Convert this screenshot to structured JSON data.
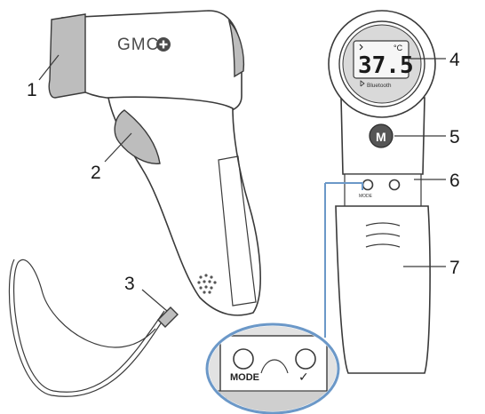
{
  "device": {
    "brand": "GMC",
    "display_reading": "37.5",
    "display_unit": "°C",
    "bluetooth_label": "Bluetooth",
    "button_m": "M",
    "mode_label": "MODE",
    "mode_label_zoom": "MODE",
    "down_symbol": "✓"
  },
  "callouts": [
    "1",
    "2",
    "3",
    "4",
    "5",
    "6",
    "7"
  ],
  "colors": {
    "outline": "#3a3a3a",
    "shade": "#bdbdbd",
    "callout_box": "#6b98c8",
    "dark_button": "#555555"
  },
  "icons": [
    "brand-plus-icon",
    "bluetooth-icon",
    "speaker-grille-icon"
  ]
}
